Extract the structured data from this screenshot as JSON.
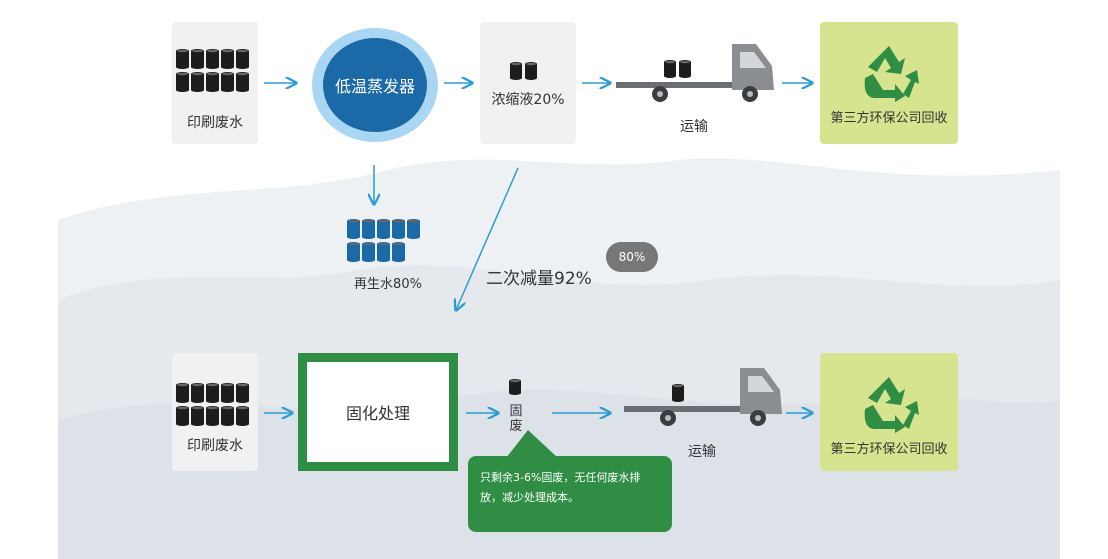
{
  "row1": {
    "source_label": "印刷废水",
    "evaporator_label": "低温蒸发器",
    "concentrate_label": "浓缩液20%",
    "transport_label": "运输",
    "recycler_label": "第三方环保公司回收",
    "reclaimed_label": "再生水80%"
  },
  "reduction_label": "二次减量92%",
  "badge_text": "80%",
  "row2": {
    "source_label": "印刷废水",
    "process_label": "固化处理",
    "solid_label_1": "固",
    "solid_label_2": "废",
    "transport_label": "运输",
    "recycler_label": "第三方环保公司回收",
    "note_text": "只剩余3-6%固废，无任何废水排放，减少处理成本。"
  },
  "colors": {
    "arrow": "#2b9cd3",
    "barrel_black": "#1d1d1d",
    "barrel_blue": "#1b69a6",
    "green": "#2f8d44",
    "recycle_box": "#d6e48f"
  },
  "icons": [
    "barrel-icon",
    "truck-icon",
    "recycle-icon"
  ]
}
